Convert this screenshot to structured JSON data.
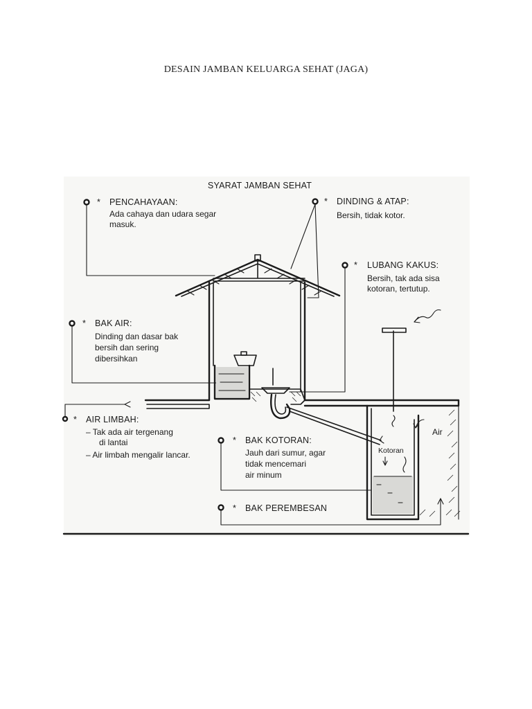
{
  "page": {
    "title": "DESAIN JAMBAN KELUARGA SEHAT (JAGA)"
  },
  "diagram": {
    "heading": "SYARAT JAMBAN SEHAT",
    "pencahayaan": {
      "title": "PENCAHAYAAN:",
      "lines": [
        "Ada cahaya dan udara segar",
        "masuk."
      ]
    },
    "dinding_atap": {
      "title": "DINDING & ATAP:",
      "lines": [
        "Bersih, tidak kotor."
      ]
    },
    "lubang_kakus": {
      "title": "LUBANG KAKUS:",
      "lines": [
        "Bersih, tak ada sisa",
        "kotoran, tertutup."
      ]
    },
    "bak_air": {
      "title": "BAK AIR:",
      "lines": [
        "Dinding dan dasar bak",
        "bersih dan sering",
        "dibersihkan"
      ]
    },
    "air_limbah": {
      "title": "AIR LIMBAH:",
      "lines": [
        "–  Tak ada air tergenang",
        "di lantai",
        "–  Air limbah mengalir lancar."
      ]
    },
    "bak_kotoran": {
      "title": "BAK KOTORAN:",
      "lines": [
        "Jauh dari sumur, agar",
        "tidak mencemari",
        "air minum"
      ]
    },
    "bak_perembesan": {
      "title": "BAK PEREMBESAN"
    },
    "tank_labels": {
      "kotoran": "Kotoran",
      "air": "Air"
    },
    "asterisk": "*"
  }
}
